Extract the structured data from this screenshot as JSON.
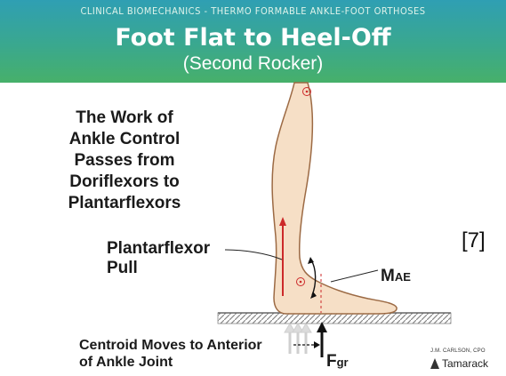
{
  "header": {
    "kicker": "CLINICAL BIOMECHANICS - THERMO FORMABLE ANKLE-FOOT ORTHOSES",
    "title": "Foot Flat to Heel-Off",
    "subtitle": "(Second Rocker)"
  },
  "main_text": [
    "The Work of",
    "Ankle Control",
    "Passes from",
    "Doriflexors to",
    "Plantarflexors"
  ],
  "labels": {
    "plantarflexor": [
      "Plantarflexor",
      "Pull"
    ],
    "moment": "M",
    "moment_sub": "AE",
    "centroid": [
      "Centroid Moves to Anterior",
      "of Ankle Joint"
    ],
    "force": "F",
    "force_sub": "gr"
  },
  "reference": "[7]",
  "credit": {
    "author": "J.M. CARLSON, CPO",
    "brand": "Tamarack"
  },
  "colors": {
    "skin": "#f6dfc6",
    "outline": "#9c6a44",
    "muscle_arrow": "#cc2a2a",
    "joint_dot": "#cc2a2a"
  }
}
